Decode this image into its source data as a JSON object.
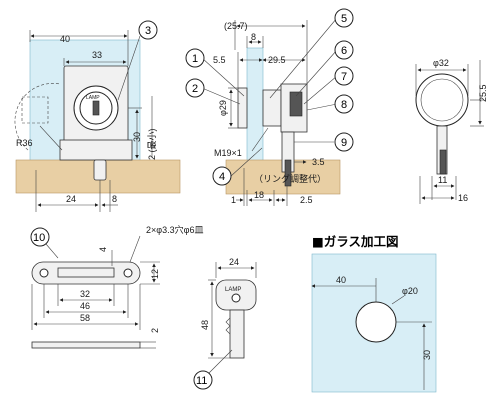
{
  "front_view": {
    "dim_40": "40",
    "dim_33": "33",
    "dim_R36": "R36",
    "dim_30": "30",
    "dim_2min": "2 (最小)",
    "dim_24": "24",
    "dim_8": "8",
    "callout_3": "3"
  },
  "side_view": {
    "dim_25_7": "(25.7)",
    "dim_8": "8",
    "dim_5_5": "5.5",
    "dim_29_5": "29.5",
    "dim_phi29": "φ29",
    "dim_M19": "M19×1",
    "dim_3_5": "3.5",
    "ring_note": "（リング調整代）",
    "dim_1": "1",
    "dim_18": "18",
    "dim_2_5": "2.5",
    "callouts": [
      "1",
      "2",
      "4",
      "5",
      "6",
      "7",
      "8",
      "9"
    ]
  },
  "end_view": {
    "dim_phi32": "φ32",
    "dim_25_5": "25.5",
    "dim_11": "11",
    "dim_16": "16"
  },
  "strike_plate": {
    "callout_10": "10",
    "hole_note": "2×φ3.3穴φ6皿",
    "dim_4": "4",
    "dim_12": "12",
    "dim_32": "32",
    "dim_46": "46",
    "dim_58": "58",
    "dim_2": "2"
  },
  "key": {
    "dim_24": "24",
    "dim_48": "48",
    "callout_11": "11",
    "brand": "LAMP"
  },
  "glass_processing": {
    "title": "■ガラス加工図",
    "dim_40": "40",
    "dim_phi20": "φ20",
    "dim_30": "30"
  },
  "lock_brand": "LAMP"
}
